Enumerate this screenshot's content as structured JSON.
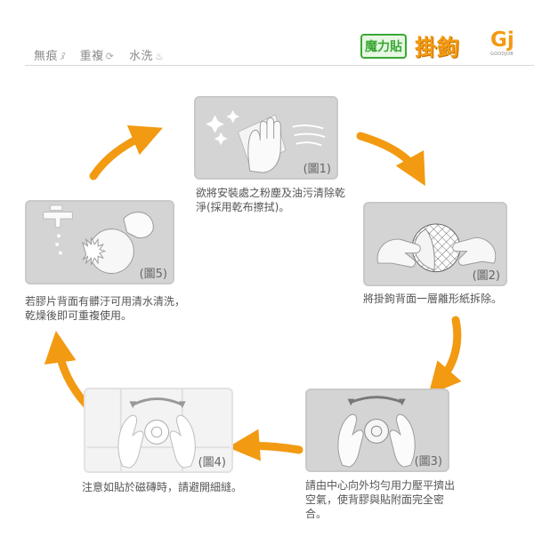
{
  "header": {
    "features": [
      {
        "label": "無痕",
        "icon": "ﾇ"
      },
      {
        "label": "重複",
        "icon": "⟳"
      },
      {
        "label": "水洗",
        "icon": "♨"
      }
    ],
    "brand_product": "魔力貼",
    "brand_name": "掛鉤",
    "logo_mark": "Gj",
    "logo_text": "GOODJOB"
  },
  "steps": [
    {
      "label": "(圖1)",
      "caption": "欲將安裝處之粉塵及油污清除乾淨(採用乾布擦拭)。"
    },
    {
      "label": "(圖2)",
      "caption": "將掛鉤背面一層離形紙拆除。"
    },
    {
      "label": "(圖3)",
      "caption": "請由中心向外均勻用力壓平擠出空氣，使背膠與貼附面完全密合。"
    },
    {
      "label": "(圖4)",
      "caption": "注意如貼於磁磚時，請避開細縫。"
    },
    {
      "label": "(圖5)",
      "caption": "若膠片背面有髒汙可用清水清洗，乾燥後即可重複使用。"
    }
  ],
  "colors": {
    "arrow": "#f29a12",
    "panel": "#d4d4d4",
    "brand_green": "#39a935"
  }
}
